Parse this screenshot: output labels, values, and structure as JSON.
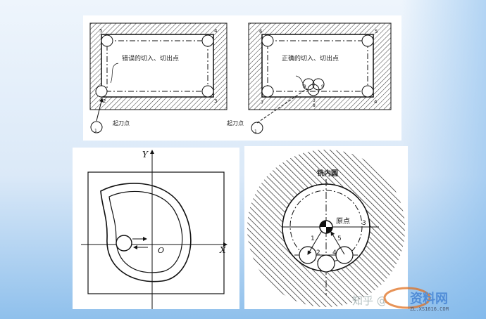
{
  "top_left": {
    "caption": "错误的切入、切出点",
    "start_label": "起刀点",
    "points": [
      "1",
      "2",
      "3",
      "4",
      "5"
    ]
  },
  "top_right": {
    "caption": "正确的切入、切出点",
    "start_label": "起刀点",
    "points": [
      "1",
      "2",
      "3",
      "4",
      "5",
      "6",
      "7",
      "8",
      "9"
    ]
  },
  "bottom_left": {
    "x_axis": "X",
    "y_axis": "Y",
    "origin": "O"
  },
  "bottom_right": {
    "title": "铣内圆",
    "origin_label": "原点",
    "points": [
      "1",
      "2",
      "3",
      "4",
      "5"
    ]
  },
  "watermark": {
    "zhihu": "知乎 @",
    "logo": "资料网",
    "logo_url": "ZL.XS1616.COM"
  }
}
